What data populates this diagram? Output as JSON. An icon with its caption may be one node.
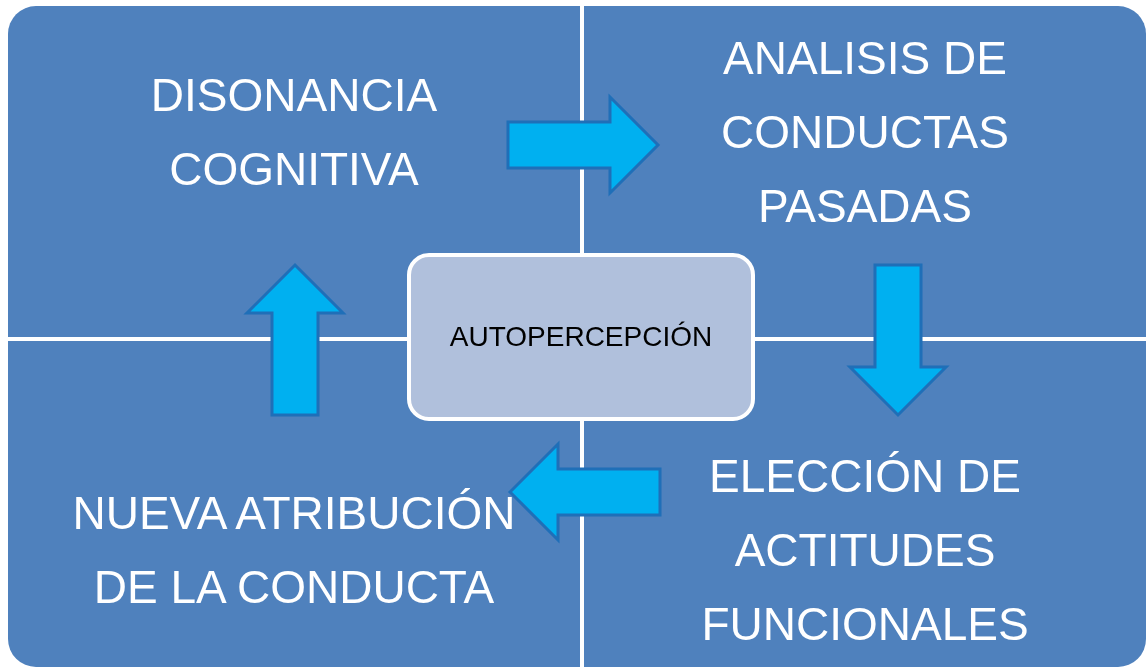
{
  "diagram": {
    "nodes": [
      {
        "text": [
          "DISONANCIA COGNITIVA"
        ]
      },
      {
        "text": [
          "ANALISIS DE CONDUCTAS PASADAS"
        ]
      },
      {
        "text": [
          "AUTOPERCEPCIÓN"
        ]
      },
      {
        "text": [
          "NUEVA ATRIBUCIÓN DE LA CONDUCTA"
        ]
      },
      {
        "text": [
          "ELECCIÓN DE ACTITUDES FUNCIONALES"
        ]
      }
    ],
    "edges": [
      {
        "from": 0,
        "to": 1,
        "arrow": "to"
      },
      {
        "from": 1,
        "to": 4,
        "arrow": "to"
      },
      {
        "from": 4,
        "to": 3,
        "arrow": "to"
      },
      {
        "from": 3,
        "to": 0,
        "arrow": "to"
      }
    ]
  }
}
